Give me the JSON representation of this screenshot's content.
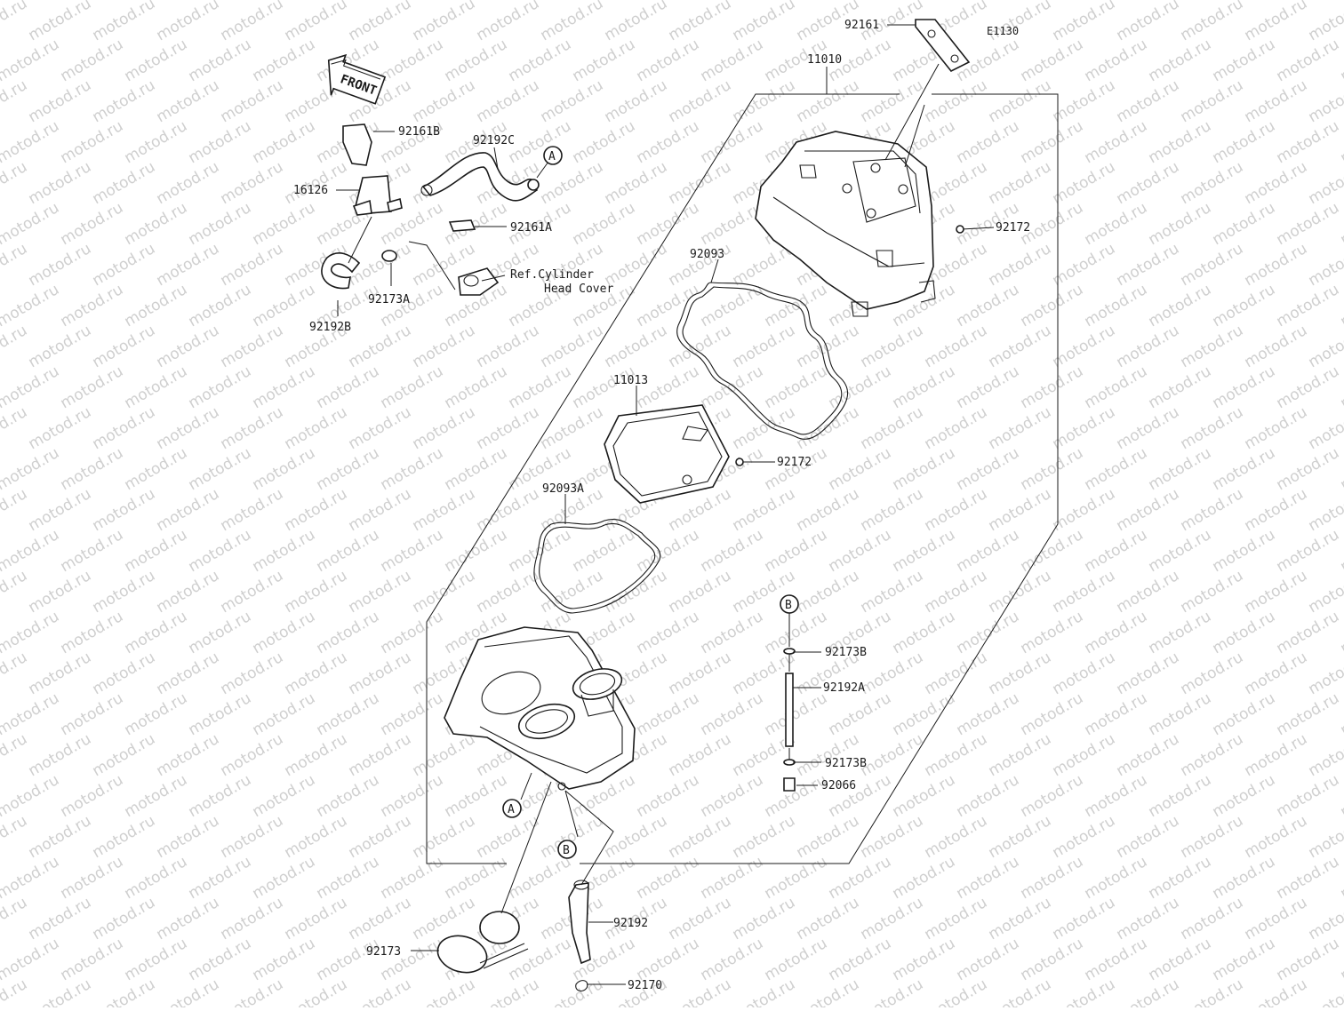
{
  "diagram": {
    "code": "E1130",
    "front_label": "FRONT",
    "watermark": "motod.ru",
    "callouts": {
      "a_upper": "A",
      "a_lower": "A",
      "b_upper": "B",
      "b_lower": "B"
    },
    "labels": {
      "p92161": "92161",
      "p11010": "11010",
      "p92161B": "92161B",
      "p92192C": "92192C",
      "p16126": "16126",
      "p92161A": "92161A",
      "ref_line1": "Ref.Cylinder",
      "ref_line2": "Head Cover",
      "p92173A": "92173A",
      "p92192B": "92192B",
      "p92172_top": "92172",
      "p92093": "92093",
      "p11013": "11013",
      "p92172_mid": "92172",
      "p92093A": "92093A",
      "p92173B_top": "92173B",
      "p92192A": "92192A",
      "p92173B_bot": "92173B",
      "p92066": "92066",
      "p92192": "92192",
      "p92173": "92173",
      "p92170": "92170"
    }
  }
}
